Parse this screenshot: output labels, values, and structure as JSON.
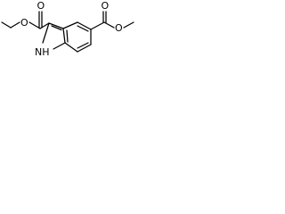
{
  "diagram": {
    "atom_labels": {
      "o_ethyl_carbonyl": "O",
      "o_ethyl_ether": "O",
      "nh": "NH",
      "o_methyl_carbonyl": "O",
      "o_methyl_ether": "O"
    }
  }
}
